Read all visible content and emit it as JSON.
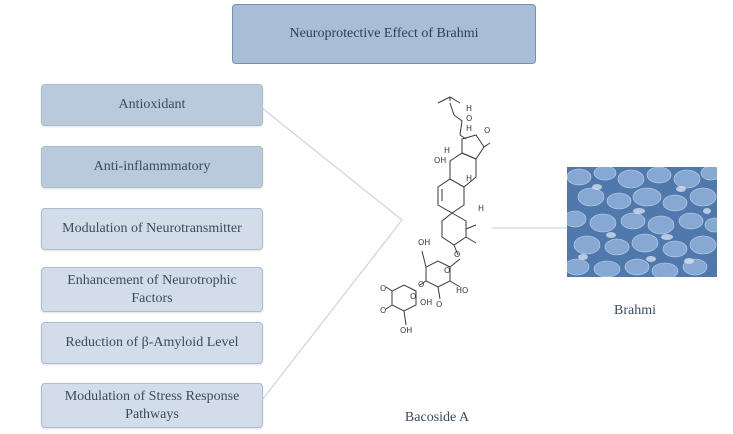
{
  "title": "Neuroprotective Effect of Brahmi",
  "effects": [
    "Antioxidant",
    "Anti-inflammmatory",
    "Modulation of Neurotransmitter",
    "Enhancement of Neurotrophic Factors",
    "Reduction of β-Amyloid Level",
    "Modulation of Stress Response Pathways"
  ],
  "compound": {
    "name": "Bacoside A",
    "atom_labels": [
      "H",
      "O",
      "H",
      "O",
      "OH",
      "H",
      "H",
      "H",
      "O",
      "OH",
      "O",
      "O",
      "HO",
      "O",
      "O",
      "OH",
      "HO",
      "HO",
      "OH"
    ]
  },
  "source": {
    "name": "Brahmi"
  },
  "colors": {
    "title_fill": "#a9bdd6",
    "box_dark": "#b9cadd",
    "box_light": "#d2dde9",
    "leaf_blue": "#5a83b8"
  }
}
